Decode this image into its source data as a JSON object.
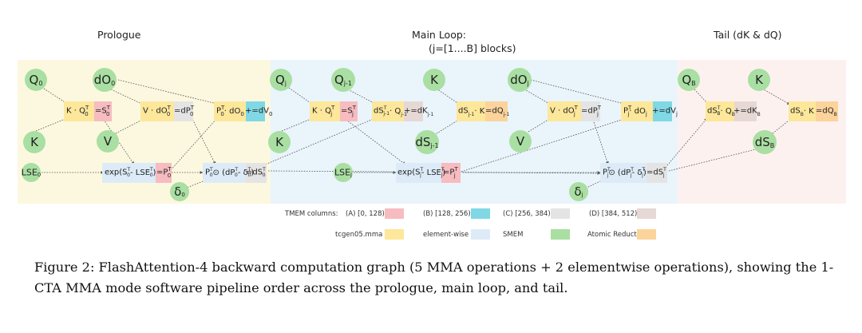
{
  "sections": {
    "prologue": "Prologue",
    "main_loop": "Main Loop:",
    "main_loop_sub": "(j=[1....B] blocks)",
    "tail": "Tail (dK & dQ)"
  },
  "nodes": {
    "q0": "Q0",
    "do0": "dO0",
    "k_prologue": "K",
    "v_prologue": "V",
    "lse0": "LSE0",
    "delta0": "δ0",
    "qj": "Qj",
    "qj_minus_1": "Qj-1",
    "k_main_top": "K",
    "doj": "dOj",
    "k_main_bottom": "K",
    "dsj_minus_1": "dSj-1",
    "v_main": "V",
    "lsej": "LSEj",
    "deltaj": "δj",
    "qb": "QB",
    "k_tail": "K",
    "dsb": "dSB"
  },
  "ops": {
    "k_q0t": "K · Q0ᵀ",
    "s0t": "=S0ᵀ",
    "v_do0t": "V · dO0ᵀ",
    "dp0t": "=dP0ᵀ",
    "p0t_do0": "P0ᵀ · dO0",
    "dv0": "+=dV0",
    "exp0": "exp(S0ᵀ - LSE0ᵀ)",
    "p0t": "=P0ᵀ",
    "ds0": "P0ᵀ ⊙ (dP0ᵀ - δ0ᵀ)",
    "ds0t": "=dS0ᵀ",
    "k_qjt": "K · Qjᵀ",
    "sjt": "=Sjᵀ",
    "dsq_jm1": "dSᵀj-1 · Qj-1",
    "dk_jm1": "+=dKj-1",
    "ds_k_jm1": "dSj-1 · K",
    "dq_jm1": "=dQj-1",
    "v_dojt": "V · dOjᵀ",
    "dpjt": "=dPjᵀ",
    "pjt_doj": "Pjᵀ · dOj",
    "dvj": "+=dVj",
    "expj": "exp(Sjᵀ - LSEjᵀ)",
    "pjt": "=Pjᵀ",
    "dsj": "Pjᵀ ⊙ (dPjᵀ - δjᵀ)",
    "dsjt": "=dSjᵀ",
    "dsbt_qb": "dSBᵀ · QB",
    "dkb": "+=dKB",
    "dsb_k": "dSB · K",
    "dqb": "=dQB"
  },
  "legend": {
    "tmem_label": "TMEM columns:",
    "a": "(A) [0, 128)",
    "b": "(B) [128, 256)",
    "c": "(C) [256, 384)",
    "d": "(D) [384, 512)",
    "mma": "tcgen05.mma",
    "elementwise": "element-wise ops",
    "smem": "SMEM",
    "atomic": "Atomic Reduction"
  },
  "colors": {
    "prologue_bg": "#fcf8df",
    "main_bg": "#eaf4fb",
    "tail_bg": "#fdf1ef",
    "node_green": "#a9dfa2",
    "mma_yellow": "#fde79a",
    "tmem_a": "#f6bcc0",
    "tmem_b": "#7fd8e4",
    "tmem_c": "#e4e4e4",
    "tmem_d": "#e6d8d4",
    "elementwise": "#dcebf7",
    "smem": "#f0f4f8",
    "atomic": "#a9dfa2",
    "atomic_reduction": "#fbd39b"
  },
  "caption": "Figure 2: FlashAttention-4 backward computation graph (5 MMA operations + 2 elementwise operations), showing the 1-CTA MMA mode software pipeline order across the prologue, main loop, and tail."
}
